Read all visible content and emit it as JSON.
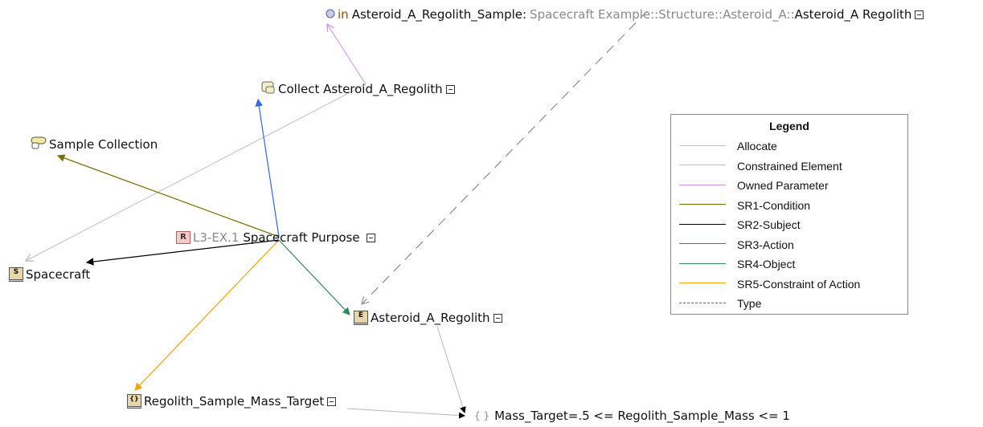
{
  "param_node": {
    "direction": "in",
    "name": "Asteroid_A_Regolith_Sample",
    "separator": ":",
    "path": "Spacecraft Example::Structure::Asteroid_A::",
    "type": "Asteroid_A Regolith"
  },
  "action_node": {
    "name": "Collect Asteroid_A_Regolith"
  },
  "sample_node": {
    "name": "Sample Collection"
  },
  "requirement_node": {
    "badge": "R",
    "id": "L3-EX.1",
    "name": "Spacecraft Purpose"
  },
  "spacecraft_node": {
    "badge": "S",
    "name": "Spacecraft"
  },
  "asteroid_node": {
    "badge": "E",
    "name": "Asteroid_A_Regolith"
  },
  "mass_target_node": {
    "badge": "{}",
    "name": "Regolith_Sample_Mass_Target"
  },
  "constraint_node": {
    "braces": "{ }",
    "expression": "Mass_Target=.5 <= Regolith_Sample_Mass <= 1"
  },
  "legend": {
    "title": "Legend",
    "items": [
      {
        "label": "Allocate",
        "color": "#c0c0c0",
        "style": "solid"
      },
      {
        "label": "Constrained Element",
        "color": "#c0c0c0",
        "style": "solid"
      },
      {
        "label": "Owned Parameter",
        "color": "#d08ee8",
        "style": "solid"
      },
      {
        "label": "SR1-Condition",
        "color": "#7a7000",
        "style": "solid"
      },
      {
        "label": "SR2-Subject",
        "color": "#000000",
        "style": "solid"
      },
      {
        "label": "SR3-Action",
        "color": "#3366ee",
        "style": "solid"
      },
      {
        "label": "SR4-Object",
        "color": "#2e8b57",
        "style": "solid"
      },
      {
        "label": "SR5-Constraint of Action",
        "color": "#f5a100",
        "style": "solid"
      },
      {
        "label": "Type",
        "color": "#666666",
        "style": "dashed"
      }
    ]
  },
  "edges": [
    {
      "kind": "Allocate",
      "from": "Collect Asteroid_A_Regolith",
      "to": "Spacecraft"
    },
    {
      "kind": "Owned Parameter",
      "from": "Collect Asteroid_A_Regolith",
      "to": "Asteroid_A_Regolith_Sample"
    },
    {
      "kind": "Type",
      "from": "Asteroid_A_Regolith_Sample",
      "to": "Asteroid_A_Regolith"
    },
    {
      "kind": "SR1-Condition",
      "from": "Spacecraft Purpose",
      "to": "Sample Collection"
    },
    {
      "kind": "SR2-Subject",
      "from": "Spacecraft Purpose",
      "to": "Spacecraft"
    },
    {
      "kind": "SR3-Action",
      "from": "Spacecraft Purpose",
      "to": "Collect Asteroid_A_Regolith"
    },
    {
      "kind": "SR4-Object",
      "from": "Spacecraft Purpose",
      "to": "Asteroid_A_Regolith"
    },
    {
      "kind": "SR5-Constraint of Action",
      "from": "Spacecraft Purpose",
      "to": "Regolith_Sample_Mass_Target"
    },
    {
      "kind": "Constrained Element",
      "from": "Asteroid_A_Regolith",
      "to": "Mass_Target constraint"
    },
    {
      "kind": "Constrained Element",
      "from": "Regolith_Sample_Mass_Target",
      "to": "Mass_Target constraint"
    }
  ]
}
